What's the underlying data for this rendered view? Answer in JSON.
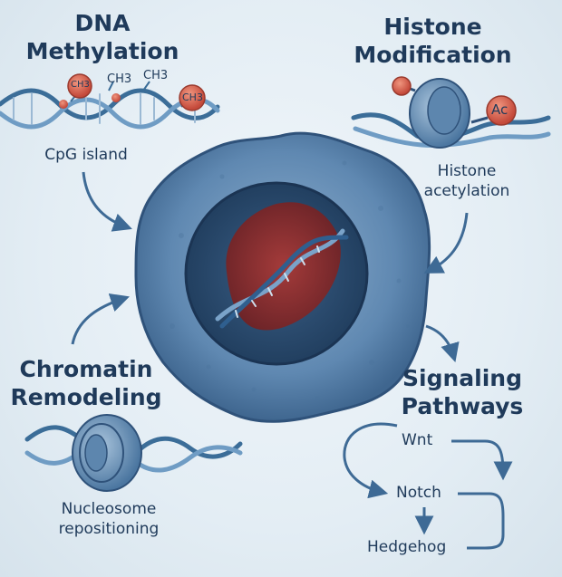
{
  "dna_methylation": {
    "title_line1": "DNA",
    "title_line2": "Methylation",
    "methyl_labels": [
      "CH3",
      "CH3",
      "CH3",
      "CH3"
    ],
    "caption": "CpG island"
  },
  "histone_modification": {
    "title_line1": "Histone",
    "title_line2": "Modification",
    "marker_label": "Ac",
    "caption_line1": "Histone",
    "caption_line2": "acetylation"
  },
  "chromatin_remodeling": {
    "title_line1": "Chromatin",
    "title_line2": "Remodeling",
    "caption_line1": "Nucleosome",
    "caption_line2": "repositioning"
  },
  "signaling_pathways": {
    "title_line1": "Signaling",
    "title_line2": "Pathways",
    "pathways": [
      "Wnt",
      "Notch",
      "Hedgehog"
    ]
  },
  "colors": {
    "dna": "#3b6d98",
    "methyl": "#d9604a",
    "nucleus": "#8c3134",
    "cell": "#6f97be"
  }
}
